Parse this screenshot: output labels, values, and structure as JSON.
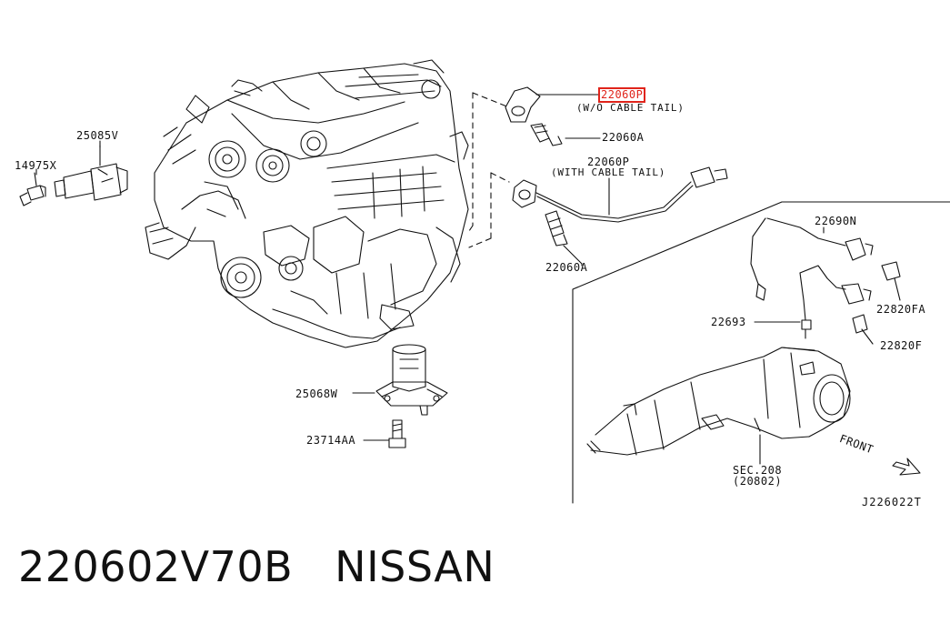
{
  "diagram_id": "J226022T",
  "footer": {
    "part_number": "220602V70B",
    "brand": "NISSAN"
  },
  "parts": {
    "p14975x": "14975X",
    "p25085v": "25085V",
    "p22060p_top": "22060P",
    "p22060p_top_note": "(W/O CABLE TAIL)",
    "p22060a_top": "22060A",
    "p22060p_mid": "22060P",
    "p22060p_mid_note": "(WITH CABLE TAIL)",
    "p22060a_mid": "22060A",
    "p22690n": "22690N",
    "p22820fa": "22820FA",
    "p22693": "22693",
    "p22820f": "22820F",
    "p25068w": "25068W",
    "p23714aa": "23714AA",
    "sec208": "SEC.208",
    "sec208_ref": "(20802)",
    "front": "FRONT"
  },
  "highlight_color": "#e0241b"
}
